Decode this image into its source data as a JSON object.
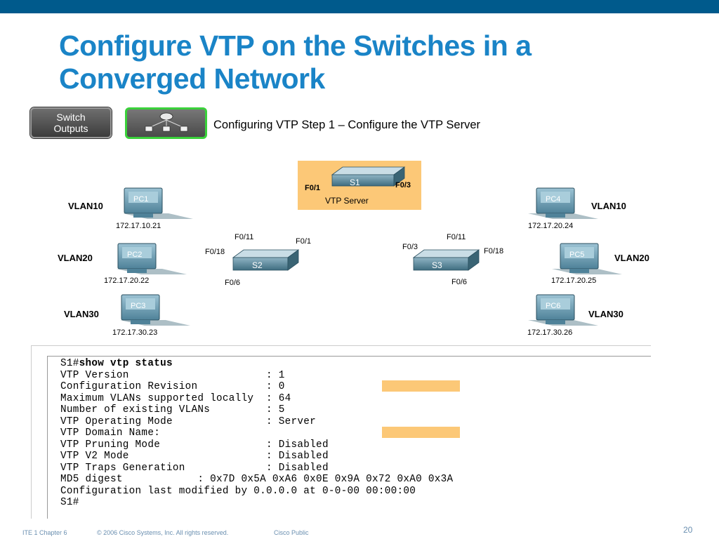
{
  "slide": {
    "title_line1": "Configure VTP on the Switches in a",
    "title_line2": "Converged Network",
    "step_title": "Configuring VTP Step 1 – Configure the VTP Server",
    "page_number": "20"
  },
  "buttons": {
    "switch_outputs_line1": "Switch",
    "switch_outputs_line2": "Outputs"
  },
  "topology": {
    "s1": {
      "label": "S1",
      "port_left": "F0/1",
      "port_right": "F0/3",
      "role": "VTP Server"
    },
    "s2": {
      "label": "S2",
      "port_top": "F0/11",
      "port_left": "F0/18",
      "port_bottom": "F0/6",
      "port_uplink": "F0/1"
    },
    "s3": {
      "label": "S3",
      "port_top": "F0/11",
      "port_right": "F0/18",
      "port_bottom": "F0/6",
      "port_uplink": "F0/3"
    },
    "pcs": [
      {
        "name": "PC1",
        "vlan": "VLAN10",
        "ip": "172.17.10.21"
      },
      {
        "name": "PC2",
        "vlan": "VLAN20",
        "ip": "172.17.20.22"
      },
      {
        "name": "PC3",
        "vlan": "VLAN30",
        "ip": "172.17.30.23"
      },
      {
        "name": "PC4",
        "vlan": "VLAN10",
        "ip": "172.17.20.24"
      },
      {
        "name": "PC5",
        "vlan": "VLAN20",
        "ip": "172.17.20.25"
      },
      {
        "name": "PC6",
        "vlan": "VLAN30",
        "ip": "172.17.30.26"
      }
    ]
  },
  "terminal": {
    "prompt": "S1#",
    "command": "show vtp status",
    "lines": [
      "VTP Version                      : 1",
      "Configuration Revision           : 0",
      "Maximum VLANs supported locally  : 64",
      "Number of existing VLANs         : 5",
      "VTP Operating Mode               : Server",
      "VTP Domain Name:",
      "VTP Pruning Mode                 : Disabled",
      "VTP V2 Mode                      : Disabled",
      "VTP Traps Generation             : Disabled",
      "MD5 digest            : 0x7D 0x5A 0xA6 0x0E 0x9A 0x72 0xA0 0x3A",
      "Configuration last modified by 0.0.0.0 at 0-0-00 00:00:00",
      "S1#"
    ]
  },
  "footer": {
    "chapter": "ITE 1 Chapter 6",
    "copyright": "© 2006 Cisco Systems, Inc. All rights reserved.",
    "classification": "Cisco Public"
  },
  "colors": {
    "topbar": "#005a8c",
    "title": "#1a84c7",
    "highlight": "#fcc877",
    "active_border": "#3ad13a"
  }
}
